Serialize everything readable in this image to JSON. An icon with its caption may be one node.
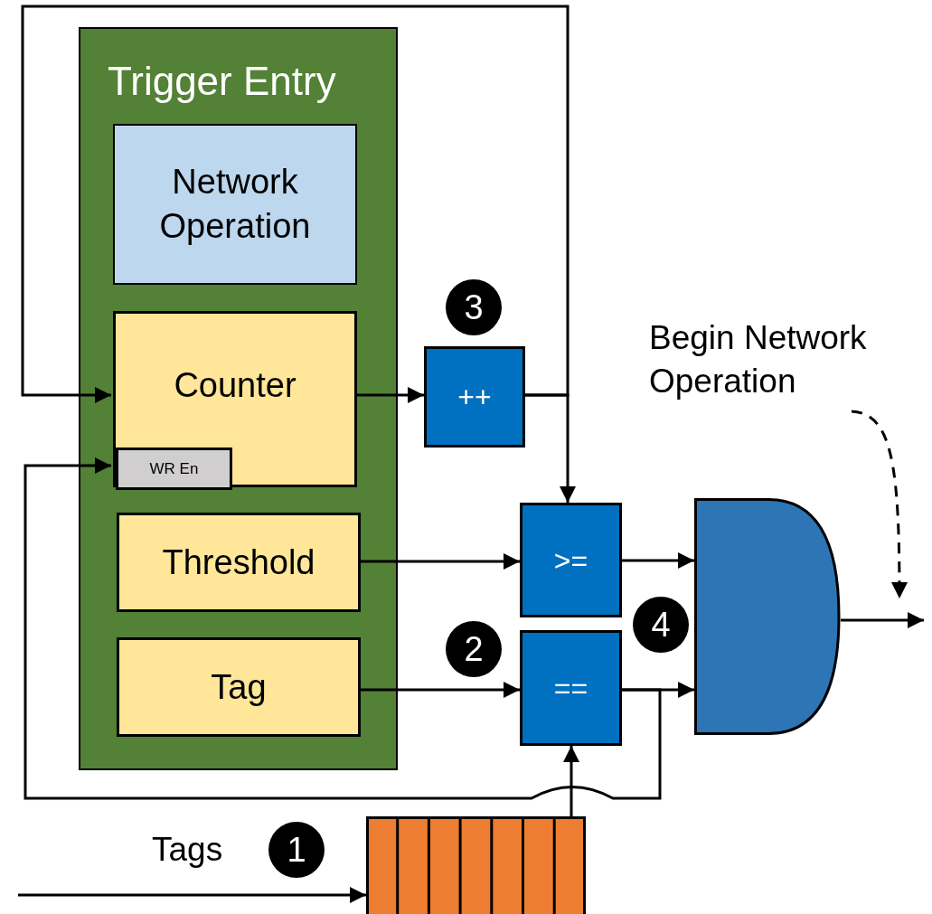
{
  "diagram": {
    "nodes": [
      {
        "text": [
          "Trigger Entry"
        ]
      },
      {
        "text": [
          "Network Operation"
        ],
        "in": 0
      },
      {
        "text": [
          "Counter"
        ],
        "in": 0
      },
      {
        "text": [
          "WR En"
        ],
        "in": 2
      },
      {
        "text": [
          "Threshold"
        ],
        "in": 0
      },
      {
        "text": [
          "Tag"
        ],
        "in": 0
      },
      {
        "text": [
          "++"
        ]
      },
      {
        "text": [
          ">="
        ]
      },
      {
        "text": [
          "=="
        ]
      },
      {
        "text": [],
        "shape": "gate"
      },
      {
        "text": [],
        "shape": "queue"
      },
      {
        "text": [
          "Begin Network Operation"
        ]
      }
    ],
    "edges": [
      {
        "from": 2,
        "to": 6,
        "arrow": "to"
      },
      {
        "from": 6,
        "to": 7,
        "arrow": "to"
      },
      {
        "from": 6,
        "to": 2,
        "arrow": "to"
      },
      {
        "from": 4,
        "to": 7,
        "arrow": "to"
      },
      {
        "from": 5,
        "to": 8,
        "arrow": "to"
      },
      {
        "from": 7,
        "to": 9,
        "arrow": "to"
      },
      {
        "from": 8,
        "to": 9,
        "arrow": "to"
      },
      {
        "from": 8,
        "to": 3,
        "arrow": "to"
      },
      {
        "from": 10,
        "to": 8,
        "arrow": "to"
      },
      {
        "from": null,
        "to": 10,
        "arrow": "to"
      },
      {
        "from": 9,
        "to": null,
        "arrow": "to"
      },
      {
        "from": 11,
        "to": null,
        "arrow": "to",
        "style": "dashed"
      }
    ],
    "labels": [
      "3",
      "4",
      "2",
      "Tags",
      "1"
    ]
  }
}
